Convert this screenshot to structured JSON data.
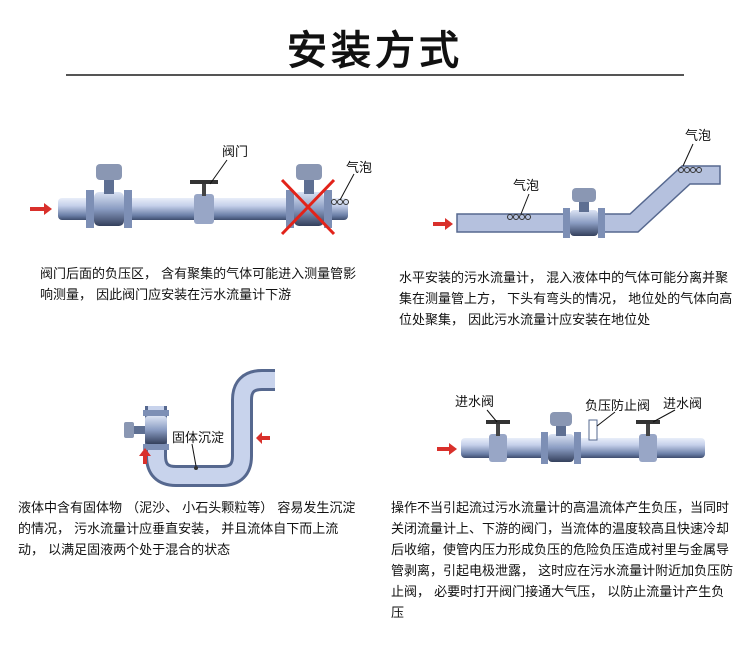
{
  "title": "安装方式",
  "panels": [
    {
      "labels": {
        "valve": "阀门",
        "bubble": "气泡"
      },
      "caption": "阀门后面的负压区， 含有聚集的气体可能进入测量管影响测量， 因此阀门应安装在污水流量计下游"
    },
    {
      "labels": {
        "bubble_low": "气泡",
        "bubble_high": "气泡"
      },
      "caption": "水平安装的污水流量计， 混入液体中的气体可能分离并聚集在测量管上方， 下头有弯头的情况， 地位处的气体向高位处聚集， 因此污水流量计应安装在地位处"
    },
    {
      "labels": {
        "sediment": "固体沉淀"
      },
      "caption": "液体中含有固体物 （泥沙、 小石头颗粒等） 容易发生沉淀的情况， 污水流量计应垂直安装， 并且流体自下而上流动， 以满足固液两个处于混合的状态"
    },
    {
      "labels": {
        "inlet_valve_left": "进水阀",
        "vacuum_valve": "负压防止阀",
        "inlet_valve_right": "进水阀"
      },
      "caption": "操作不当引起流过污水流量计的高温流体产生负压，当同时关闭流量计上、下游的阀门，当流体的温度较高且快速冷却后收缩，使管内压力形成负压的危险负压造成衬里与金属导管剥离，引起电极泄露， 这时应在污水流量计附近加负压防止阀， 必要时打开阀门接通大气压， 以防止流量计产生负压"
    }
  ],
  "colors": {
    "pipe": "#5b6f96",
    "pipe_light": "#c9d4ec",
    "arrow": "#d9302b",
    "cross": "#e2231a"
  }
}
